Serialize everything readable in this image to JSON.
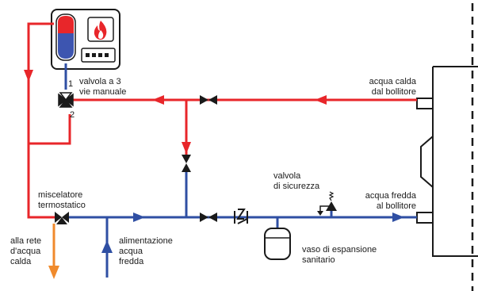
{
  "labels": {
    "valve3_line1": "valvola a 3",
    "valve3_line2": "vie manuale",
    "port1": "1",
    "port2": "2",
    "hot_from_boiler_line1": "acqua calda",
    "hot_from_boiler_line2": "dal bollitore",
    "safety_valve_line1": "valvola",
    "safety_valve_line2": "di sicurezza",
    "cold_to_boiler_line1": "acqua fredda",
    "cold_to_boiler_line2": "al bollitore",
    "mixer_line1": "miscelatore",
    "mixer_line2": "termostatico",
    "to_network_line1": "alla rete",
    "to_network_line2": "d'acqua",
    "to_network_line3": "calda",
    "cold_supply_line1": "alimentazione",
    "cold_supply_line2": "acqua",
    "cold_supply_line3": "fredda",
    "expansion_line1": "vaso di espansione",
    "expansion_line2": "sanitario"
  },
  "colors": {
    "hot": "#e8262a",
    "cold": "#2f4fa3",
    "outlet": "#f08a2c",
    "line": "#1a1a1a",
    "heater_cold": "#3d55b0",
    "heater_hot": "#e8262a",
    "flame": "#e8262a"
  },
  "icons": [
    "boiler-icon",
    "flame-icon",
    "three-way-valve-icon",
    "gate-valve-icon",
    "check-valve-icon",
    "safety-valve-icon",
    "expansion-vessel-icon",
    "storage-tank-icon"
  ]
}
